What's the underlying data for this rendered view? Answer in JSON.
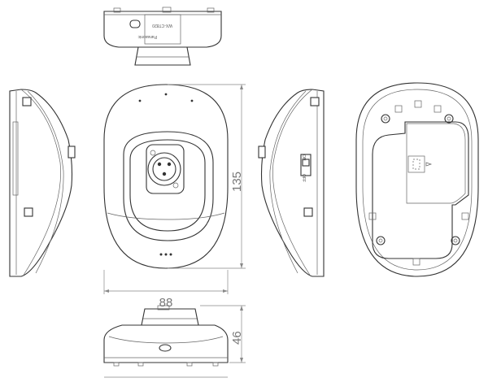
{
  "dimensions": {
    "width": "88",
    "height": "135",
    "depth": "46"
  },
  "labels": {
    "brand": "Panasonic",
    "model": "WX-CT820",
    "switch_on": "ON",
    "switch_off": "OFF"
  }
}
